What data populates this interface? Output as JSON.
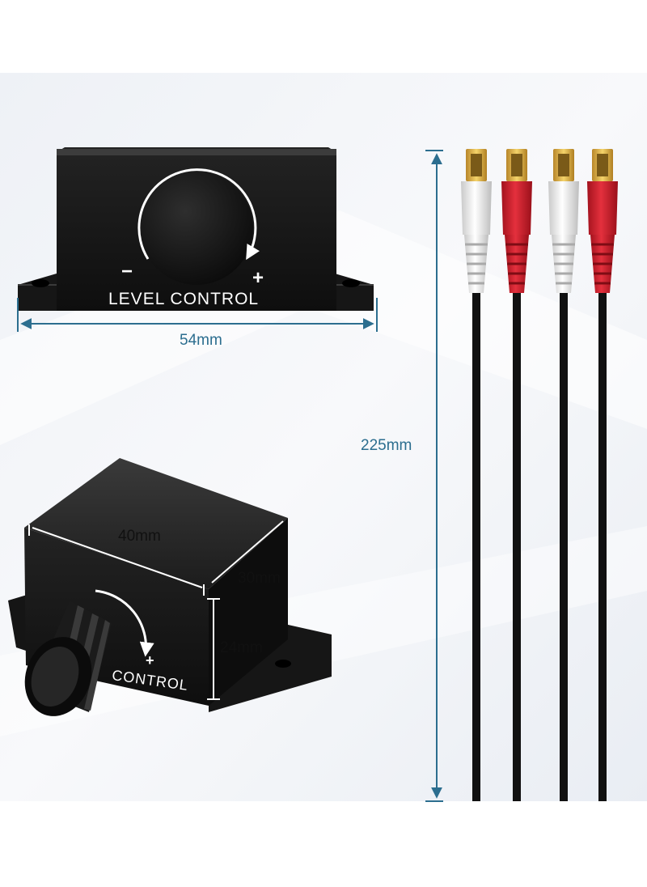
{
  "front_view": {
    "label": "LEVEL CONTROL",
    "minus": "−",
    "plus": "+",
    "width_dimension": "54mm"
  },
  "angled_view": {
    "label": "CONTROL",
    "plus": "+",
    "length_dimension": "40mm",
    "depth_dimension": "30mm",
    "height_dimension": "24mm"
  },
  "cable": {
    "length_dimension": "225mm",
    "connector_colors": [
      "white",
      "red",
      "white",
      "red"
    ]
  },
  "colors": {
    "dimension_line": "#2c6e8f",
    "device_body": "#151515",
    "plug_red": "#d41e2c",
    "plug_white": "#eeeeee",
    "plug_gold": "#e2b441"
  }
}
